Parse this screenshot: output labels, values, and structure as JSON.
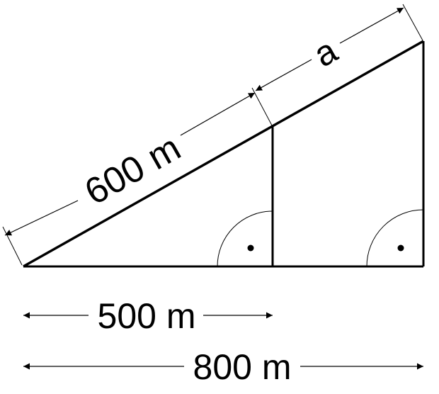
{
  "labels": {
    "hypotenuse_small": "600 m",
    "hypotenuse_extra": "a",
    "base_small": "500 m",
    "base_large": "800 m"
  },
  "colors": {
    "stroke": "#000000",
    "background": "#ffffff"
  }
}
